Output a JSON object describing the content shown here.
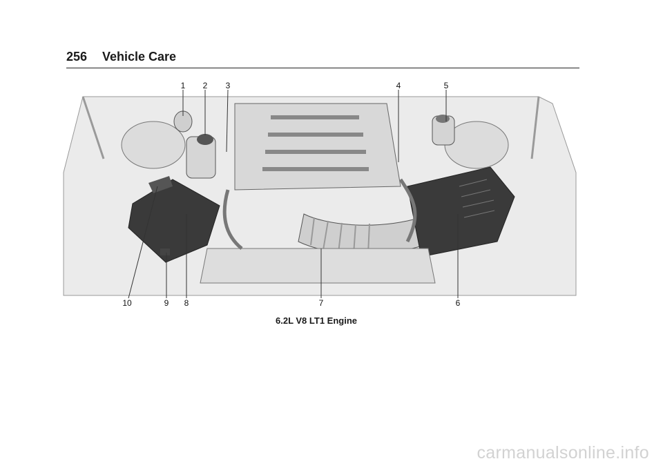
{
  "header": {
    "page_number": "256",
    "section_title": "Vehicle Care"
  },
  "figure": {
    "callouts": [
      {
        "label": "1"
      },
      {
        "label": "2"
      },
      {
        "label": "3"
      },
      {
        "label": "4"
      },
      {
        "label": "5"
      },
      {
        "label": "10"
      },
      {
        "label": "9"
      },
      {
        "label": "8"
      },
      {
        "label": "7"
      },
      {
        "label": "6"
      }
    ],
    "caption": "6.2L V8 LT1 Engine"
  },
  "watermark": "carmanualsonline.info",
  "colors": {
    "engine_bay": "#e9e9e9",
    "dark_parts": "#3a3a3a",
    "lines": "#555555"
  }
}
